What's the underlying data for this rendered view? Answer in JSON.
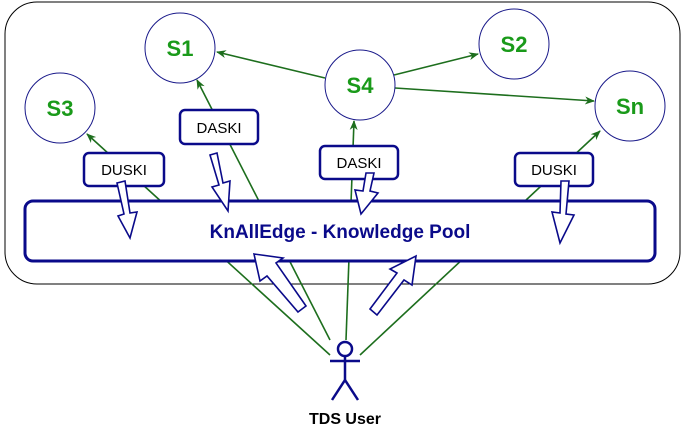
{
  "diagram": {
    "title": "KnAllEdge - Knowledge Pool",
    "colors": {
      "node_text": "#1a9a1a",
      "node_border": "#1a1a8a",
      "edge": "#1d6e1d",
      "box_border": "#0a0a8a",
      "pool_text": "#0a0a8a"
    },
    "nodes": [
      {
        "id": "S1",
        "label": "S1"
      },
      {
        "id": "S2",
        "label": "S2"
      },
      {
        "id": "S3",
        "label": "S3"
      },
      {
        "id": "S4",
        "label": "S4"
      },
      {
        "id": "Sn",
        "label": "Sn"
      }
    ],
    "tags": [
      {
        "id": "duski-left",
        "label": "DUSKI"
      },
      {
        "id": "daski-left",
        "label": "DASKI"
      },
      {
        "id": "daski-mid",
        "label": "DASKI"
      },
      {
        "id": "duski-right",
        "label": "DUSKI"
      }
    ],
    "pool": {
      "label": "KnAllEdge - Knowledge Pool"
    },
    "actor": {
      "label": "TDS User",
      "icon": "stick-figure-icon"
    },
    "edges": [
      {
        "from": "S4",
        "to": "S1"
      },
      {
        "from": "S4",
        "to": "S2"
      },
      {
        "from": "S4",
        "to": "Sn"
      },
      {
        "from": "TDS User",
        "to": "S1"
      },
      {
        "from": "TDS User",
        "to": "S3"
      },
      {
        "from": "TDS User",
        "to": "S4"
      },
      {
        "from": "TDS User",
        "to": "Sn"
      }
    ]
  }
}
